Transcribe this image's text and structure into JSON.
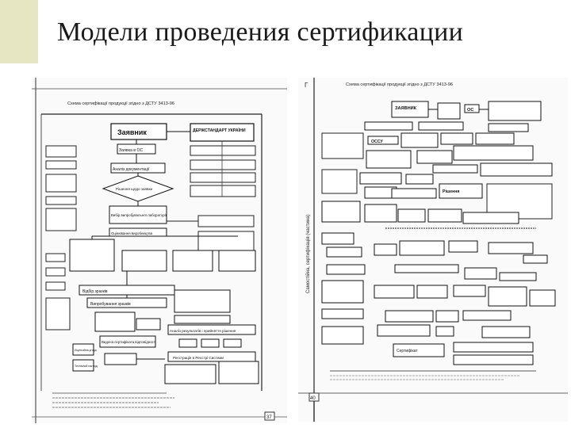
{
  "slide": {
    "title": "Модели проведения сертификации",
    "accent_color": "#e6e6c3"
  },
  "left_scan": {
    "heading": "Схема сертифікації продукції згідно з ДСТУ 3413-96",
    "box_applicant": "Заявник",
    "box_standard": "ДЕРЖСТАНДАРТ УКРАЇНИ",
    "box_request": "Заявка в ОС",
    "box_analysis": "Аналіз документації",
    "box_decision": "Рішення щодо заявки",
    "box_test_lab": "Вибір випробувальної лабораторії",
    "box_evaluation": "Оцінювання виробництва",
    "box_testing": "Випробування зразків",
    "box_selection": "Відбір зразків",
    "box_analysis_results": "Аналіз результатів і прийняття рішення",
    "box_certificate": "Видача сертифіката відповідності",
    "box_registry": "Реєстрація в Реєстрі Системи",
    "box_license": "Ліцензійна угода",
    "box_inspection": "Технічний нагляд",
    "page_number": "37"
  },
  "right_scan": {
    "heading": "Схема сертифікації продукції згідно з ДСТУ 3413-96",
    "side_label": "Самостійна, сертифікація (частина)",
    "box_applicant": "ЗАЯВНИК",
    "box_os": "ОС",
    "box_decision": "Рішення",
    "box_ssu": "ОССУ",
    "box_certificate": "Сертифікат",
    "page_number": "40",
    "corner_mark": "Г"
  }
}
